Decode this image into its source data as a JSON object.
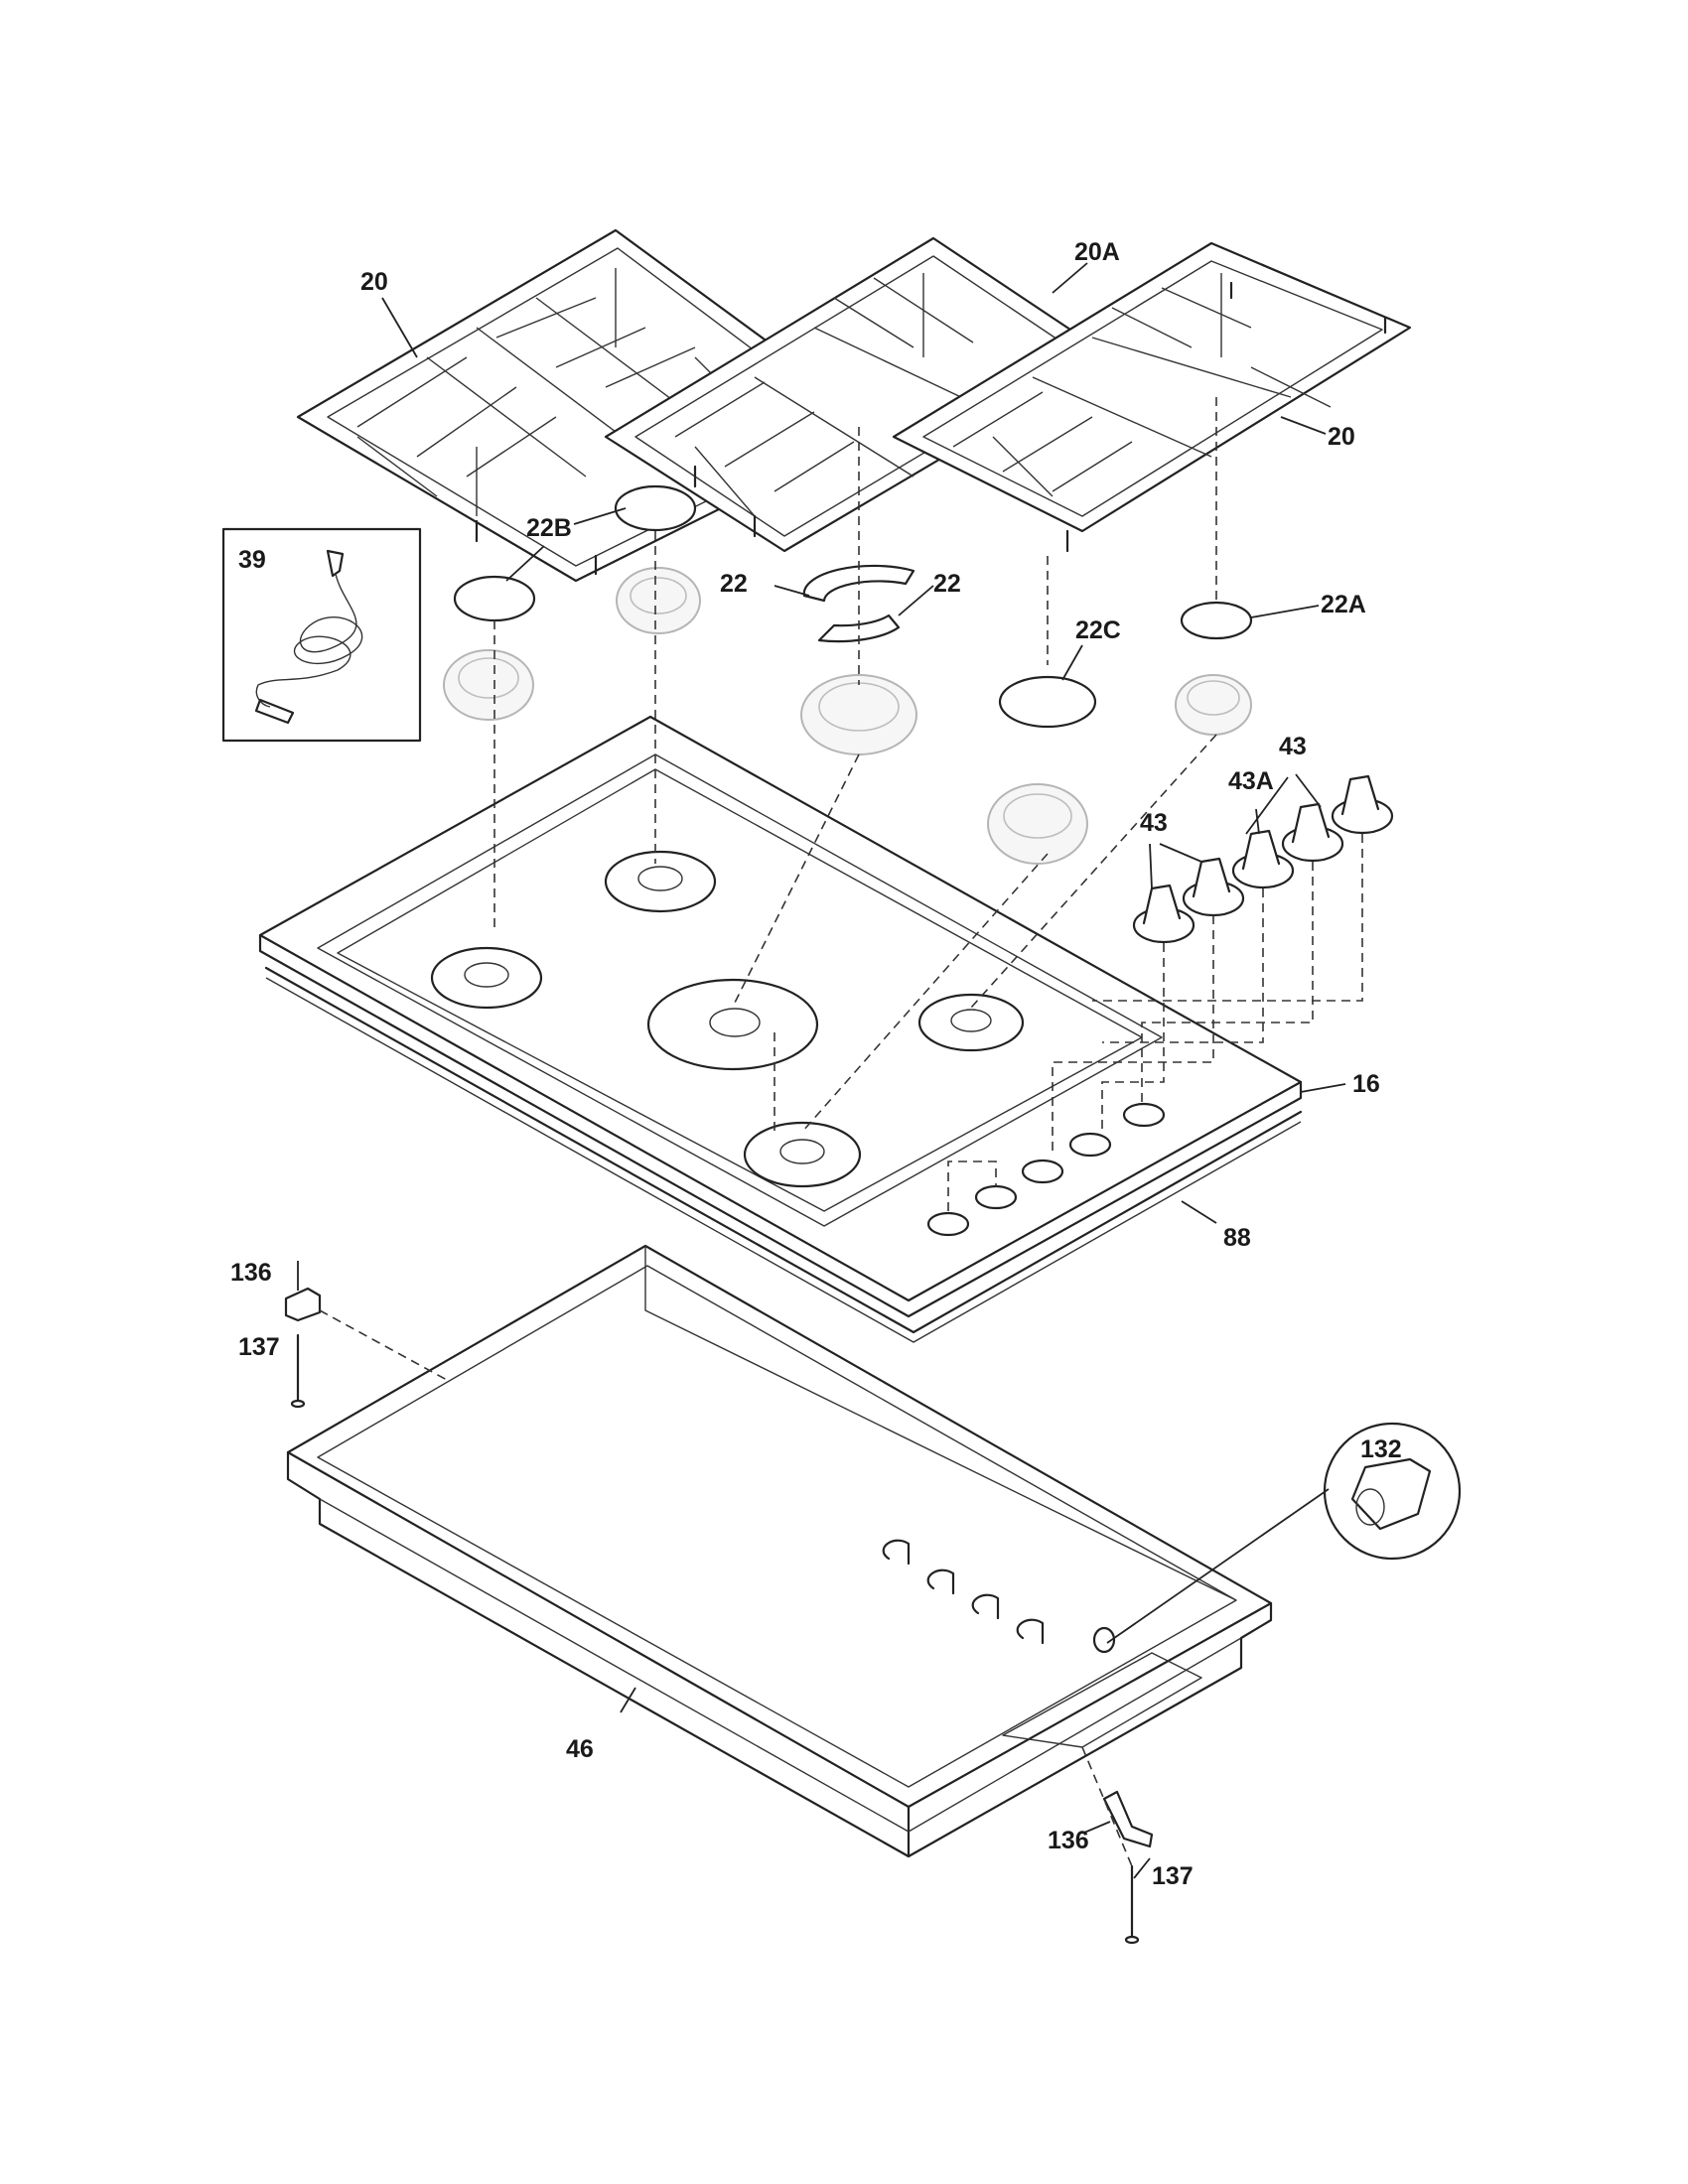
{
  "callouts": {
    "grate_left": "20",
    "grate_center": "20A",
    "grate_right": "20",
    "cap_22b": "22B",
    "cap_22_left": "22",
    "cap_22_right": "22",
    "cap_22a": "22A",
    "cap_22c": "22C",
    "power_cord": "39",
    "knobs_right": "43",
    "knob_43a": "43A",
    "knobs_left": "43",
    "cooktop": "16",
    "gasket": "88",
    "bracket_left": "136",
    "screw_left": "137",
    "burner_box": "46",
    "igniter": "132",
    "bracket_right": "136",
    "screw_right": "137"
  },
  "colors": {
    "line": "#222222",
    "ghost_part": "#b5b5b5",
    "background": "#ffffff"
  }
}
